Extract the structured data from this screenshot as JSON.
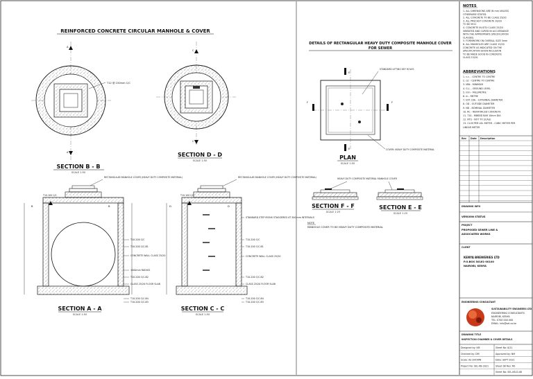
{
  "left": {
    "title": "REINFORCED CONCRETE CIRCULAR MANHOLE & COVER",
    "bb_label": "T12 @ 150mm C/C",
    "section_bb": {
      "title": "SECTION B - B",
      "scale": "SCALE 1:50",
      "cut": "A"
    },
    "section_dd": {
      "title": "SECTION D - D",
      "scale": "SCALE 1:50",
      "cut": "C"
    },
    "section_aa": {
      "title": "SECTION A - A",
      "scale": "SCALE 1:50",
      "top_label": "RECTANGULAR MANHOLE COVER (HEAVY DUTY COMPOSITE MATERIAL)",
      "labels": [
        "T10-200 C/C",
        "T10-200 C/C-B1",
        "CONCRETE WALL CLASS 25/20",
        "1500mm RADIUS",
        "T10-200 C/C-B2",
        "CLASS 25/20 FLOOR SLAB",
        "T10-200 C/C-B4",
        "T10-200 C/C-B3"
      ],
      "small": "T10-100 C/C",
      "cut": "B"
    },
    "section_cc": {
      "title": "SECTION C - C",
      "scale": "SCALE 1:50",
      "top_label": "RECTANGULAR MANHOLE COVER (HEAVY DUTY COMPOSITE MATERIAL)",
      "labels": [
        "STANDARD STEP IRONS STAGGERED AT 300 mm INTERVALS",
        "T10-200 C/C",
        "T10-200 C/C-B1",
        "CONCRETE WALL CLASS 25/20",
        "T10-200 C/C-B2",
        "CLASS 25/20 FLOOR SLAB",
        "T10-200 C/C-B4",
        "T10-200 C/C-B3"
      ],
      "small": "T10-100 C/C",
      "cut": "D"
    }
  },
  "right": {
    "title": "DETAILS OF RECTANGULAR HEAVY DUTY COMPOSITE MANHOLE COVER FOR SEWER",
    "lifting_label": "STANDARD LIFTING KEY HOLES",
    "cover_label": "COVER: HEAVY DUTY COMPOSITE MATERIAL",
    "plan": {
      "title": "PLAN",
      "scale": "SCALE 1:50"
    },
    "cut_e": "E",
    "cut_f": "F",
    "hd_label": "HEAVY DUTY COMPOSITE MATERIAL MANHOLE COVER",
    "section_ff": {
      "title": "SECTION F - F",
      "scale": "SCALE 1:25"
    },
    "section_ee": {
      "title": "SECTION E - E",
      "scale": "SCALE 1:25"
    },
    "note": {
      "heading": "NOTE",
      "text": "MANHOLE COVER TO BE HEAVY DUTY COMPOSITE MATERIAL"
    }
  },
  "titleblock": {
    "notes_heading": "NOTES",
    "notes": [
      "1. ALL DIMENSIONS ARE IN mm UNLESS",
      "   OTHERWISE STATED.",
      "2. ALL CONCRETE TO BE CLASS 25/20",
      "3. ALL PRECAST CONCRETE 30/20",
      "   TO BS 5911",
      "4. CONCRETE IN-SITU CLASS 25/20",
      "   VIBRATED AND CURED IN ACCORDANCE",
      "   WITH THE APPROPRIATE SPECIFICATION",
      "   CLAUSES.",
      "5. FORMWORK ON OVERALL SIZE 5mm",
      "6. ALL MANHOLES ARE CLASS 15/20",
      "   CONCRETE AS INDICATED ON THE",
      "   SPECIFICATION GIVEN INCLUSION",
      "   TO BE MADE GOOD IN CONCRETE",
      "   CLASS 15/20."
    ],
    "abbr_heading": "ABBREVIATIONS",
    "abbr": [
      "1. c.c.  - CENTRE TO CENTRE",
      "2. c/c  - CENTRE TO CENTRE",
      "3. MIN  - MINIMUM",
      "4. G.L.  - GROUND LEVEL",
      "5. mm  - MILLIMETRE",
      "6. m  - METRE",
      "7. EXT. DIA.  - EXTERNAL DIAMETER",
      "8. OD - OUTSIDE DIAMETER",
      "9. ND - NOMINAL DIAMETER",
      "10. RC - REINFORCED CONCRETE",
      "11. T10 - RIBBED BAR 10mm DIA",
      "12. NTS - NOT TO SCALE",
      "13. CU.M PER LIN. METER - CUBIC METER PER",
      "    LINEAR METER"
    ],
    "rev_headers": [
      "Rev",
      "Date",
      "Description"
    ],
    "rev_rows": 12,
    "drawing_info": "DRAWING INFO",
    "version": "VERSION STATUS",
    "project_heading": "PROJECT",
    "project": "PROPOSED SEWER LINE & ASSOCIATED WORKS",
    "client_heading": "CLIENT",
    "client_lines": [
      "KENYA BREWERIES LTD",
      "P.O.BOX 30161-00100",
      "NAIROBI, KENYA"
    ],
    "eng_heading": "ENGINEERING CONSULTANT",
    "eng_name": "SUSTAINABILITY ENGINEERS LTD",
    "eng_lines": [
      "ENGINEERING CONSULTANTS",
      "NAIROBI, KENYA",
      "TEL: 0700 000 000",
      "EMAIL: info@sel.co.ke"
    ],
    "drawing_title_heading": "DRAWING TITLE",
    "drawing_title": "INSPECTION CHAMBER & COVER DETAILS",
    "bottom_rows": [
      [
        "Designed by:  KM",
        "Sheet No:   8/11"
      ],
      [
        "Checked by:  DM",
        "Approved by:  NM"
      ],
      [
        "Scale:  AS SHOWN",
        "Date:  SEPT 2021"
      ],
      [
        "Project No:  SEL-KB-2021",
        "Sheet 08   Rev: R0"
      ],
      [
        "",
        "Sheet No: SEL-KB-D-08"
      ]
    ]
  }
}
